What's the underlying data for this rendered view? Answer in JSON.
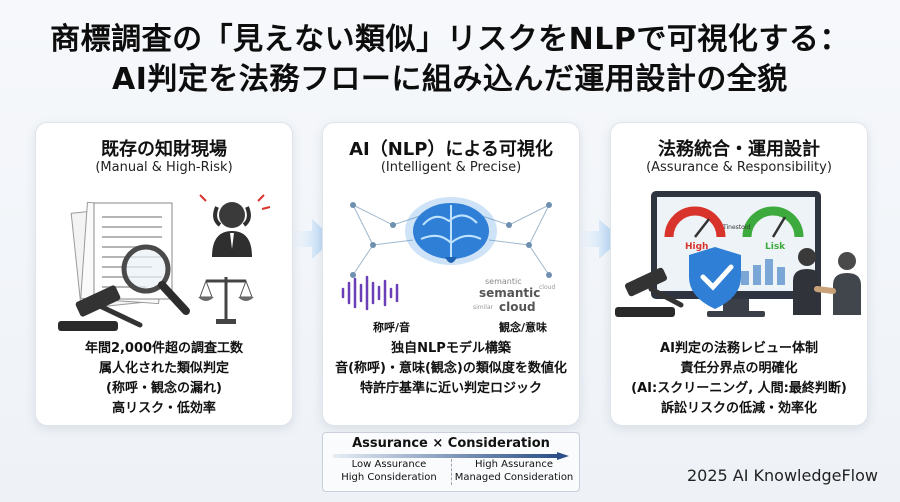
{
  "title": {
    "line1": "商標調査の「見えない類似」リスクをNLPで可視化する：",
    "line2": "AI判定を法務フローに組み込んだ運用設計の全貌"
  },
  "panels": [
    {
      "heading": "既存の知財現場",
      "subheading": "(Manual & High-Risk)",
      "lines": [
        "年間2,000件超の調査工数",
        "属人化された類似判定",
        "(称呼・観念の漏れ)",
        "高リスク・低効率"
      ]
    },
    {
      "heading": "AI（NLP）による可視化",
      "subheading": "(Intelligent & Precise)",
      "illustration_labels": {
        "sound": "称呼/音",
        "meaning": "観念/意味",
        "cloud_main": [
          "semantic",
          "cloud"
        ]
      },
      "lines": [
        "独自NLPモデル構築",
        "音(称呼)・意味(観念)の類似度を数値化",
        "特許庁基準に近い判定ロジック"
      ]
    },
    {
      "heading": "法務統合・運用設計",
      "subheading": "(Assurance & Responsibility)",
      "illustration_labels": {
        "gauge_left": "High",
        "gauge_right": "Lisk",
        "gauge_mid": "Tinestoid"
      },
      "lines": [
        "AI判定の法務レビュー体制",
        "責任分界点の明確化",
        "(AI:スクリーニング, 人間:最終判断)",
        "訴訟リスクの低減・効率化"
      ]
    }
  ],
  "legend": {
    "header": "Assurance  × Consideration",
    "left": [
      "Low Assurance",
      "High Consideration"
    ],
    "right": [
      "High Assurance",
      "Managed Consideration"
    ]
  },
  "footer": "2025 AI KnowledgeFlow",
  "colors": {
    "accent_blue": "#3a8fe0",
    "arrow_glow": "#bcd9f7",
    "gauge_red": "#d8342c",
    "gauge_green": "#3daa3d"
  }
}
